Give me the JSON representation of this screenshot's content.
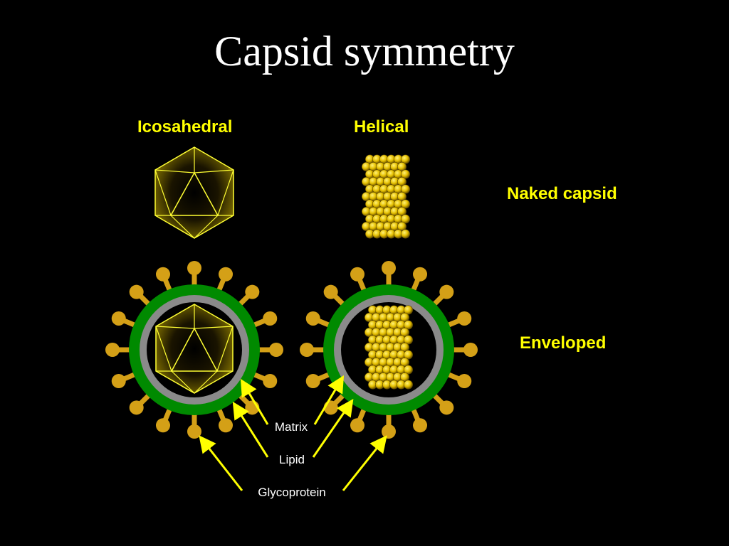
{
  "slide": {
    "title": "Capsid symmetry",
    "columns": {
      "icosahedral": "Icosahedral",
      "helical": "Helical"
    },
    "rows": {
      "naked": "Naked capsid",
      "enveloped": "Enveloped"
    },
    "labels": {
      "matrix": "Matrix",
      "lipid": "Lipid",
      "glycoprotein": "Glycoprotein"
    }
  },
  "colors": {
    "background": "#000000",
    "title": "#ffffff",
    "heading": "#ffff00",
    "capsid_line": "#ffff33",
    "capsomere": "#e6c000",
    "lipid": "#008a00",
    "matrix": "#8a8a8a",
    "glycoprotein": "#d4a017",
    "arrow": "#ffff00"
  }
}
